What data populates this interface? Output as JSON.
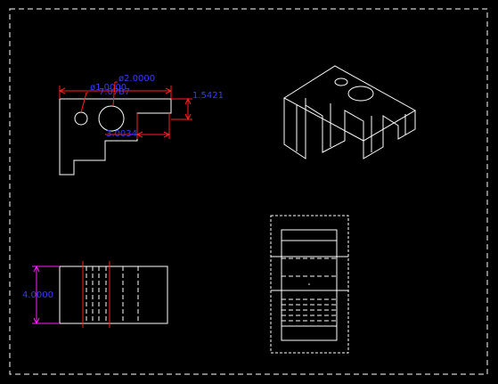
{
  "colors": {
    "background": "#000000",
    "geometry": "#ffffff",
    "dimension_line": "#ff2020",
    "dimension_text": "#3b3bff",
    "vertical_dimension_line": "#ff20ff"
  },
  "front_view": {
    "dimensions": {
      "hole_large_diameter": "ø2.0000",
      "hole_small_diameter": "ø1.0000",
      "overall_width": "7.0787",
      "right_height": "1.5421",
      "slot_width": "3.0034"
    }
  },
  "side_view": {
    "dimensions": {
      "height": "4.0000"
    }
  }
}
